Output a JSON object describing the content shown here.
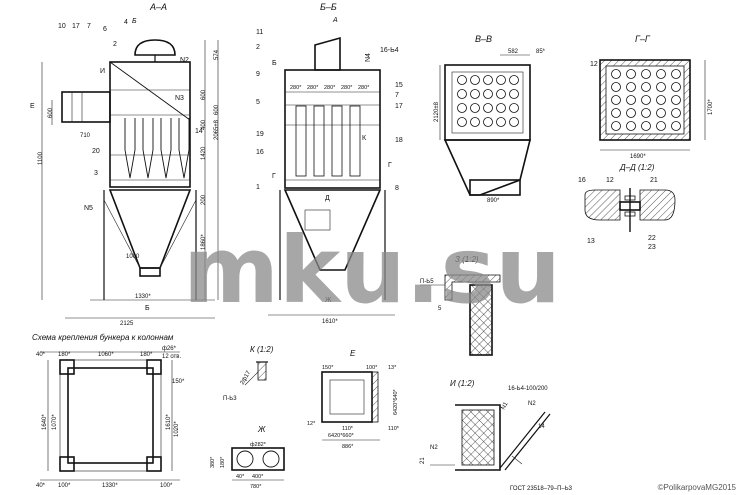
{
  "views": {
    "aa": {
      "title": "А–А",
      "section_mark": "Б"
    },
    "bb": {
      "title": "Б–Б",
      "section_mark": "А"
    },
    "vv": {
      "title": "В–В"
    },
    "gg": {
      "title": "Г–Г"
    },
    "dd": {
      "title": "Д–Д (1:2)"
    },
    "z": {
      "title": "З (1:2)"
    },
    "k": {
      "title": "К (1:2)"
    },
    "e": {
      "title": "Е"
    },
    "i": {
      "title": "И (1:2)"
    },
    "zh": {
      "title": "Ж"
    },
    "scheme": {
      "title": "Схема крепления бункера к колоннам"
    }
  },
  "callouts": {
    "aa": [
      "10",
      "17",
      "7",
      "6",
      "4",
      "2",
      "И",
      "Е",
      "3",
      "20",
      "N5",
      "N2",
      "N3",
      "14",
      "Б"
    ],
    "bb": [
      "11",
      "2",
      "N4",
      "16-Ь4",
      "9",
      "5",
      "18",
      "19",
      "16",
      "1",
      "15",
      "17",
      "7",
      "Б",
      "8",
      "Г",
      "Д",
      "Ж",
      "К",
      "Г"
    ],
    "gg": [
      "12"
    ],
    "dd": [
      "16",
      "12",
      "21",
      "13",
      "22",
      "23"
    ],
    "i": [
      "16-Ь4-100/200",
      "N1",
      "N2",
      "14",
      "N2",
      "21"
    ]
  },
  "dimensions": {
    "aa": [
      "600",
      "710",
      "1100",
      "1000",
      "2065±8",
      "1420",
      "600",
      "1860*",
      "1330*",
      "2125",
      "574",
      "200",
      "600",
      "400"
    ],
    "bb": [
      "280*",
      "280*",
      "280*",
      "280*",
      "280*",
      "1610*"
    ],
    "vv": [
      "582",
      "85*",
      "2120±8",
      "890*"
    ],
    "gg": [
      "1690*",
      "1700*"
    ],
    "z": [
      "П-Ь5",
      "5"
    ],
    "k": [
      "2ф17",
      "П-Ь3"
    ],
    "e": [
      "150*",
      "100*",
      "13*",
      "6420*640*",
      "12*",
      "110*",
      "6420*660*",
      "110*",
      "886*"
    ],
    "zh": [
      "ф282*",
      "380*",
      "180*",
      "400*",
      "780*",
      "40*"
    ],
    "scheme": [
      "40*",
      "180*",
      "1060*",
      "180*",
      "ф26*",
      "12 отв.",
      "150*",
      "1640*",
      "1070*",
      "1610*",
      "1020*",
      "40*",
      "100*",
      "1330*",
      "100*"
    ]
  },
  "stamps": {
    "gost": "ГОСТ 23518–79–П–Ь3"
  },
  "watermark": "mku.su",
  "credit": "©PolikarpovaMG2015"
}
